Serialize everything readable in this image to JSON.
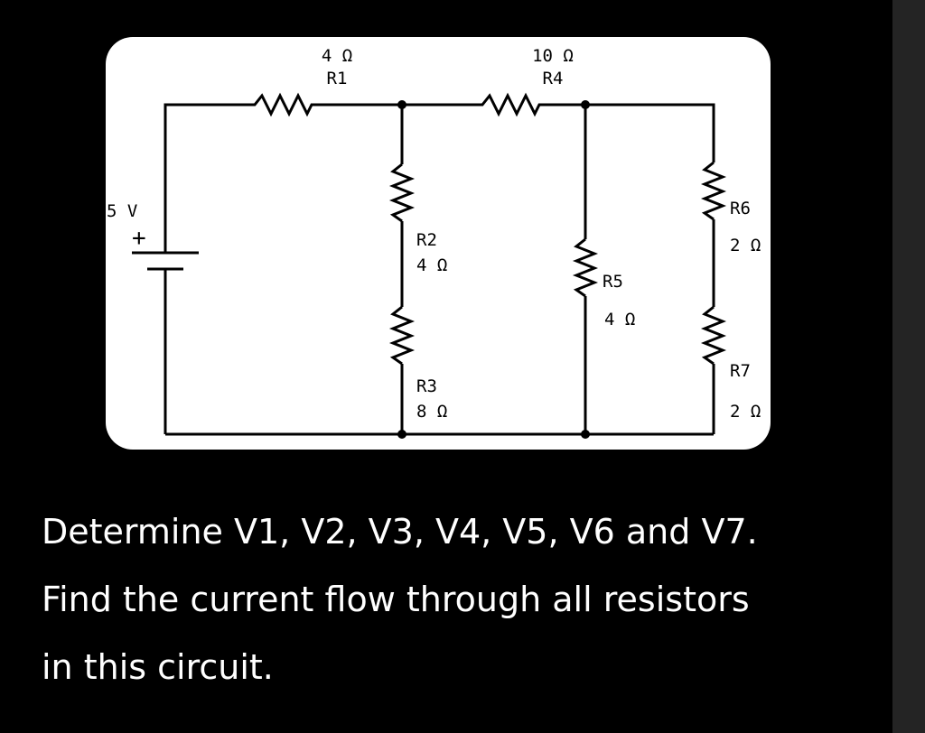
{
  "diagram": {
    "source": {
      "voltage": "5 V",
      "polarity": "+"
    },
    "resistors": [
      {
        "id": "R1",
        "value": "4 Ω"
      },
      {
        "id": "R2",
        "value": "4 Ω"
      },
      {
        "id": "R3",
        "value": "8 Ω"
      },
      {
        "id": "R4",
        "value": "10 Ω"
      },
      {
        "id": "R5",
        "value": "4 Ω"
      },
      {
        "id": "R6",
        "value": "2 Ω"
      },
      {
        "id": "R7",
        "value": "2 Ω"
      }
    ]
  },
  "question": {
    "line1": "Determine V1, V2, V3, V4, V5, V6 and V7.",
    "line2": "Find the current flow through all resistors",
    "line3": "in this circuit."
  },
  "colors": {
    "background": "#000000",
    "card": "#ffffff",
    "text": "#ffffff",
    "scrollbar": "#242424"
  }
}
